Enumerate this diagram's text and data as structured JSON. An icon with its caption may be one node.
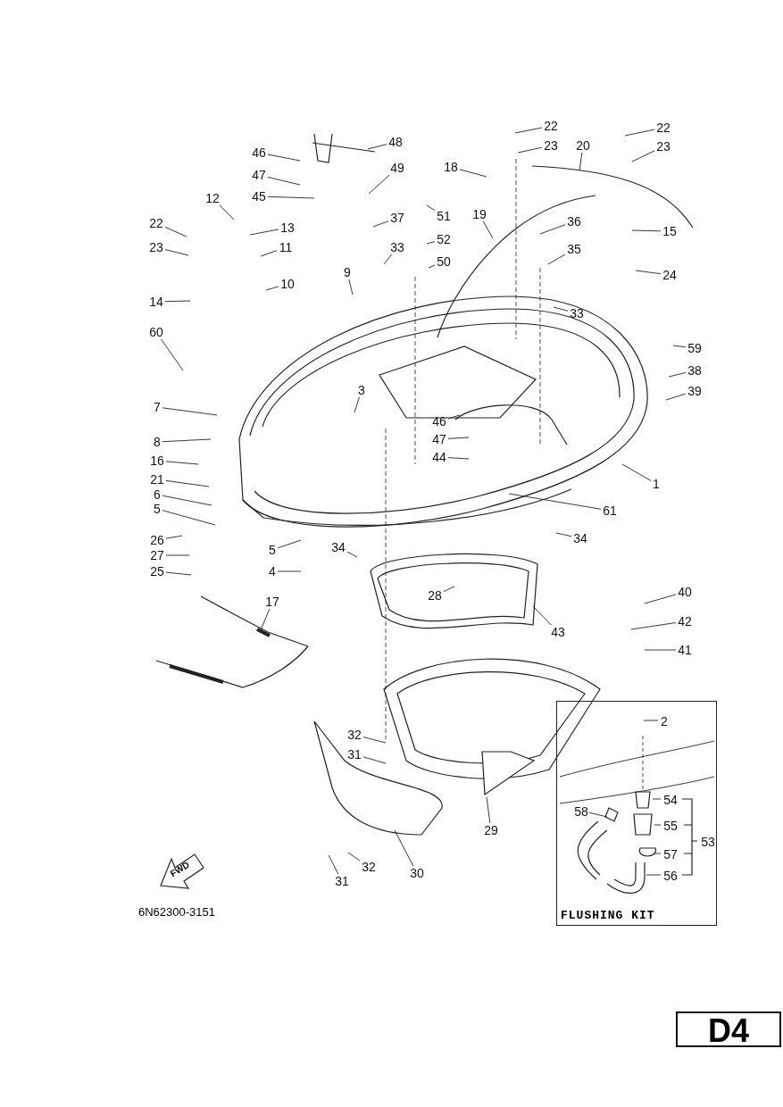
{
  "diagram": {
    "nodes": [
      {
        "text": [
          "FLUSHING KIT"
        ]
      },
      {
        "text": [
          "48"
        ]
      },
      {
        "text": [
          "46"
        ]
      },
      {
        "text": [
          "47"
        ]
      },
      {
        "text": [
          "49"
        ]
      },
      {
        "text": [
          "45"
        ]
      },
      {
        "text": [
          "12"
        ]
      },
      {
        "text": [
          "13"
        ]
      },
      {
        "text": [
          "11"
        ]
      },
      {
        "text": [
          "22"
        ]
      },
      {
        "text": [
          "23"
        ]
      },
      {
        "text": [
          "14"
        ]
      },
      {
        "text": [
          "10"
        ]
      },
      {
        "text": [
          "37"
        ]
      },
      {
        "text": [
          "33"
        ]
      },
      {
        "text": [
          "51"
        ]
      },
      {
        "text": [
          "52"
        ]
      },
      {
        "text": [
          "50"
        ]
      },
      {
        "text": [
          "9"
        ]
      },
      {
        "text": [
          "22"
        ]
      },
      {
        "text": [
          "23"
        ]
      },
      {
        "text": [
          "18"
        ]
      },
      {
        "text": [
          "20"
        ]
      },
      {
        "text": [
          "19"
        ]
      },
      {
        "text": [
          "22"
        ]
      },
      {
        "text": [
          "23"
        ]
      },
      {
        "text": [
          "36"
        ]
      },
      {
        "text": [
          "35"
        ]
      },
      {
        "text": [
          "15"
        ]
      },
      {
        "text": [
          "24"
        ]
      },
      {
        "text": [
          "33"
        ]
      },
      {
        "text": [
          "59"
        ]
      },
      {
        "text": [
          "60"
        ]
      },
      {
        "text": [
          "38"
        ]
      },
      {
        "text": [
          "39"
        ]
      },
      {
        "text": [
          "7"
        ]
      },
      {
        "text": [
          "3"
        ]
      },
      {
        "text": [
          "46"
        ]
      },
      {
        "text": [
          "47"
        ]
      },
      {
        "text": [
          "8"
        ]
      },
      {
        "text": [
          "44"
        ]
      },
      {
        "text": [
          "16"
        ]
      },
      {
        "text": [
          "1"
        ]
      },
      {
        "text": [
          "21"
        ]
      },
      {
        "text": [
          "6"
        ]
      },
      {
        "text": [
          "61"
        ]
      },
      {
        "text": [
          "5"
        ]
      },
      {
        "text": [
          "26"
        ]
      },
      {
        "text": [
          "5"
        ]
      },
      {
        "text": [
          "34"
        ]
      },
      {
        "text": [
          "34"
        ]
      },
      {
        "text": [
          "27"
        ]
      },
      {
        "text": [
          "4"
        ]
      },
      {
        "text": [
          "25"
        ]
      },
      {
        "text": [
          "40"
        ]
      },
      {
        "text": [
          "28"
        ]
      },
      {
        "text": [
          "17"
        ]
      },
      {
        "text": [
          "42"
        ]
      },
      {
        "text": [
          "43"
        ]
      },
      {
        "text": [
          "41"
        ]
      },
      {
        "text": [
          "32"
        ]
      },
      {
        "text": [
          "31"
        ]
      },
      {
        "text": [
          "29"
        ]
      },
      {
        "text": [
          "30"
        ]
      },
      {
        "text": [
          "32"
        ]
      },
      {
        "text": [
          "31"
        ]
      },
      {
        "text": [
          "2"
        ],
        "in": 0
      },
      {
        "text": [
          "58"
        ],
        "in": 0
      },
      {
        "text": [
          "54"
        ],
        "in": 0
      },
      {
        "text": [
          "55"
        ],
        "in": 0
      },
      {
        "text": [
          "53"
        ],
        "in": 0
      },
      {
        "text": [
          "57"
        ],
        "in": 0
      },
      {
        "text": [
          "56"
        ],
        "in": 0
      }
    ],
    "edges": [
      {
        "from": 1,
        "to": null,
        "arrow": "none"
      },
      {
        "from": 2,
        "to": null,
        "arrow": "none"
      },
      {
        "from": 3,
        "to": null,
        "arrow": "none"
      },
      {
        "from": 4,
        "to": null,
        "arrow": "none"
      },
      {
        "from": 5,
        "to": null,
        "arrow": "none"
      },
      {
        "from": 6,
        "to": null,
        "arrow": "none"
      },
      {
        "from": 7,
        "to": null,
        "arrow": "none"
      },
      {
        "from": 8,
        "to": null,
        "arrow": "none"
      },
      {
        "from": 9,
        "to": null,
        "arrow": "none"
      },
      {
        "from": 10,
        "to": null,
        "arrow": "none"
      },
      {
        "from": 11,
        "to": null,
        "arrow": "none"
      },
      {
        "from": 12,
        "to": null,
        "arrow": "none"
      },
      {
        "from": 13,
        "to": null,
        "arrow": "none"
      },
      {
        "from": 14,
        "to": null,
        "arrow": "none"
      },
      {
        "from": 15,
        "to": null,
        "arrow": "none"
      },
      {
        "from": 16,
        "to": null,
        "arrow": "none"
      },
      {
        "from": 17,
        "to": null,
        "arrow": "none"
      },
      {
        "from": 18,
        "to": null,
        "arrow": "none"
      },
      {
        "from": 19,
        "to": null,
        "arrow": "none"
      },
      {
        "from": 20,
        "to": null,
        "arrow": "none"
      },
      {
        "from": 21,
        "to": null,
        "arrow": "none"
      },
      {
        "from": 22,
        "to": null,
        "arrow": "none"
      },
      {
        "from": 23,
        "to": null,
        "arrow": "none"
      },
      {
        "from": 24,
        "to": null,
        "arrow": "none"
      },
      {
        "from": 25,
        "to": null,
        "arrow": "none"
      },
      {
        "from": 26,
        "to": null,
        "arrow": "none"
      },
      {
        "from": 27,
        "to": null,
        "arrow": "none"
      },
      {
        "from": 28,
        "to": null,
        "arrow": "none"
      },
      {
        "from": 29,
        "to": null,
        "arrow": "none"
      },
      {
        "from": 30,
        "to": null,
        "arrow": "none"
      },
      {
        "from": 31,
        "to": null,
        "arrow": "none"
      },
      {
        "from": 32,
        "to": null,
        "arrow": "none"
      },
      {
        "from": 33,
        "to": null,
        "arrow": "none"
      },
      {
        "from": 34,
        "to": null,
        "arrow": "none"
      },
      {
        "from": 35,
        "to": null,
        "arrow": "none"
      },
      {
        "from": 36,
        "to": null,
        "arrow": "none"
      },
      {
        "from": 37,
        "to": null,
        "arrow": "none"
      },
      {
        "from": 38,
        "to": null,
        "arrow": "none"
      },
      {
        "from": 39,
        "to": null,
        "arrow": "none"
      },
      {
        "from": 40,
        "to": null,
        "arrow": "none"
      },
      {
        "from": 41,
        "to": null,
        "arrow": "none"
      },
      {
        "from": 42,
        "to": null,
        "arrow": "none"
      },
      {
        "from": 43,
        "to": null,
        "arrow": "none"
      },
      {
        "from": 44,
        "to": null,
        "arrow": "none"
      },
      {
        "from": 45,
        "to": null,
        "arrow": "none"
      },
      {
        "from": 46,
        "to": null,
        "arrow": "none"
      },
      {
        "from": 47,
        "to": null,
        "arrow": "none"
      },
      {
        "from": 48,
        "to": null,
        "arrow": "none"
      },
      {
        "from": 49,
        "to": null,
        "arrow": "none"
      },
      {
        "from": 50,
        "to": null,
        "arrow": "none"
      },
      {
        "from": 51,
        "to": null,
        "arrow": "none"
      },
      {
        "from": 52,
        "to": null,
        "arrow": "none"
      },
      {
        "from": 53,
        "to": null,
        "arrow": "none"
      },
      {
        "from": 54,
        "to": null,
        "arrow": "none"
      },
      {
        "from": 55,
        "to": null,
        "arrow": "none"
      },
      {
        "from": 56,
        "to": null,
        "arrow": "none"
      },
      {
        "from": 57,
        "to": null,
        "arrow": "none"
      },
      {
        "from": 58,
        "to": null,
        "arrow": "none"
      },
      {
        "from": 59,
        "to": null,
        "arrow": "none"
      },
      {
        "from": 60,
        "to": null,
        "arrow": "none"
      },
      {
        "from": 61,
        "to": null,
        "arrow": "none"
      },
      {
        "from": 62,
        "to": null,
        "arrow": "none"
      },
      {
        "from": 63,
        "to": null,
        "arrow": "none"
      },
      {
        "from": 64,
        "to": null,
        "arrow": "none"
      },
      {
        "from": 65,
        "to": null,
        "arrow": "none"
      },
      {
        "from": 66,
        "to": null,
        "arrow": "none"
      },
      {
        "from": 67,
        "to": null,
        "arrow": "none"
      },
      {
        "from": 68,
        "to": null,
        "arrow": "none"
      },
      {
        "from": 69,
        "to": null,
        "arrow": "none"
      },
      {
        "from": 71,
        "to": null,
        "arrow": "none"
      },
      {
        "from": 72,
        "to": null,
        "arrow": "none"
      }
    ],
    "labels": [
      "FWD",
      "6N62300-3151",
      "D4"
    ]
  }
}
